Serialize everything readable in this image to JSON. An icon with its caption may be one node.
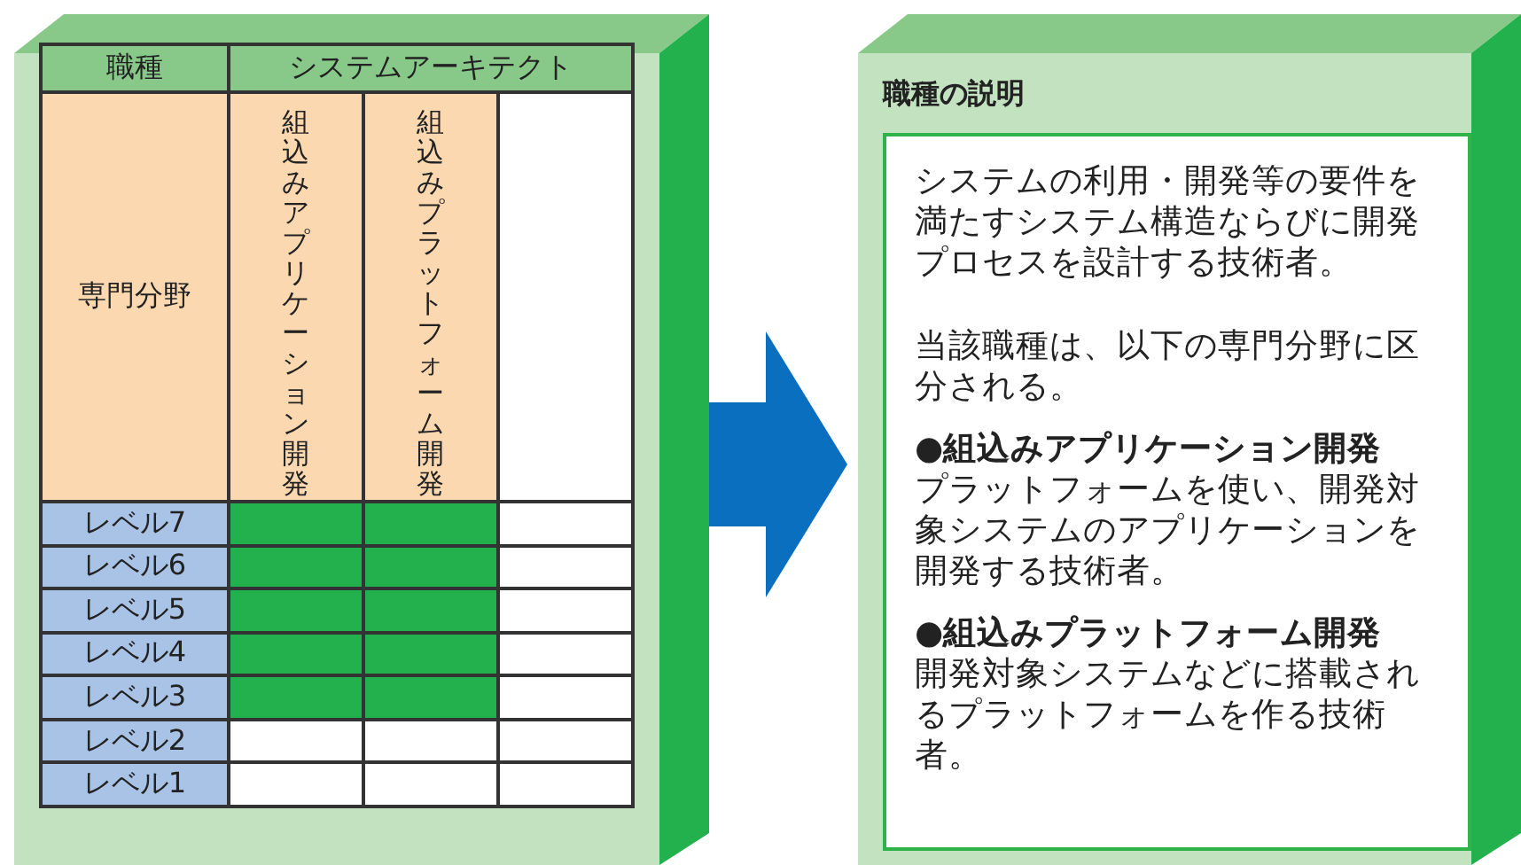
{
  "diagram": {
    "nodes": [
      {
        "text": [],
        "shape": "box"
      },
      {
        "text": [
          "職種の説明"
        ]
      },
      {
        "text": [
          "システムの利用・開発等の要件を満たすシステム構造ならびに開発プロセスを設計する技術者。",
          "当該職種は、以下の専門分野に区分される。",
          "●組込みアプリケーション開発",
          "プラットフォームを使い、開発対象システムのアプリケーションを開発する技術者。",
          "●組込みプラットフォーム開発",
          "開発対象システムなどに搭載されるプラットフォームを作る技術者。"
        ],
        "in": 1
      }
    ],
    "edges": [
      {
        "from": 0,
        "to": 1,
        "arrow": "to"
      }
    ],
    "labels": [
      "職種",
      "システムアーキテクト",
      "専門分野",
      "組込みアプリケーション開発",
      "組込みプラットフォーム開発",
      "レベル7",
      "レベル6",
      "レベル5",
      "レベル4",
      "レベル3",
      "レベル2",
      "レベル1"
    ]
  }
}
